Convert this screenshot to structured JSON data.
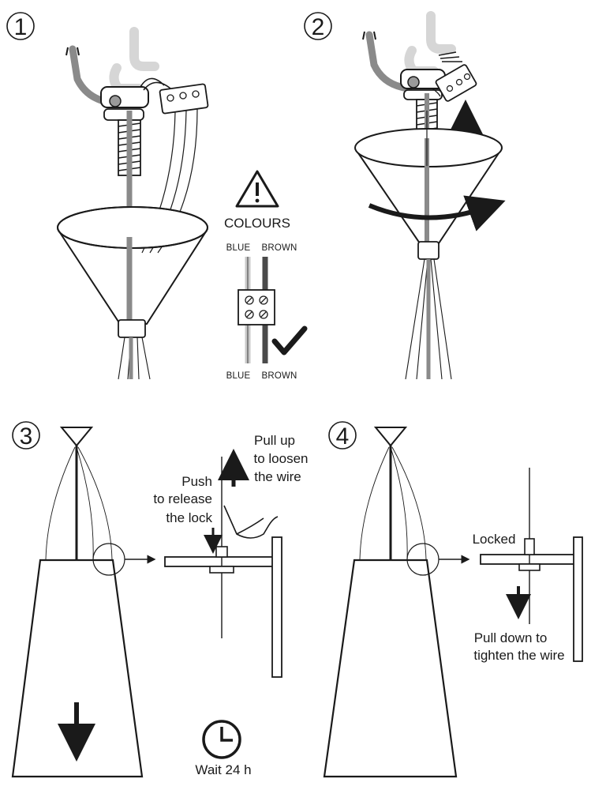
{
  "steps": [
    {
      "number": "1"
    },
    {
      "number": "2"
    },
    {
      "number": "3"
    },
    {
      "number": "4"
    }
  ],
  "warning": {
    "icon": "warning-triangle-icon",
    "title": "COLOURS",
    "top_left": "BLUE",
    "top_right": "BROWN",
    "bottom_left": "BLUE",
    "bottom_right": "BROWN",
    "check_icon": "checkmark-icon",
    "colors": {
      "blue_wire": "#c9c9c9",
      "brown_wire": "#4a4a4a"
    }
  },
  "step3": {
    "pull_up": [
      "Pull up",
      "to loosen",
      "the wire"
    ],
    "push": [
      "Push",
      "to release",
      "the lock"
    ],
    "wait": "Wait 24 h",
    "clock_icon": "clock-icon"
  },
  "step4": {
    "locked": "Locked",
    "pull_down": [
      "Pull down to",
      "tighten the wire"
    ]
  }
}
